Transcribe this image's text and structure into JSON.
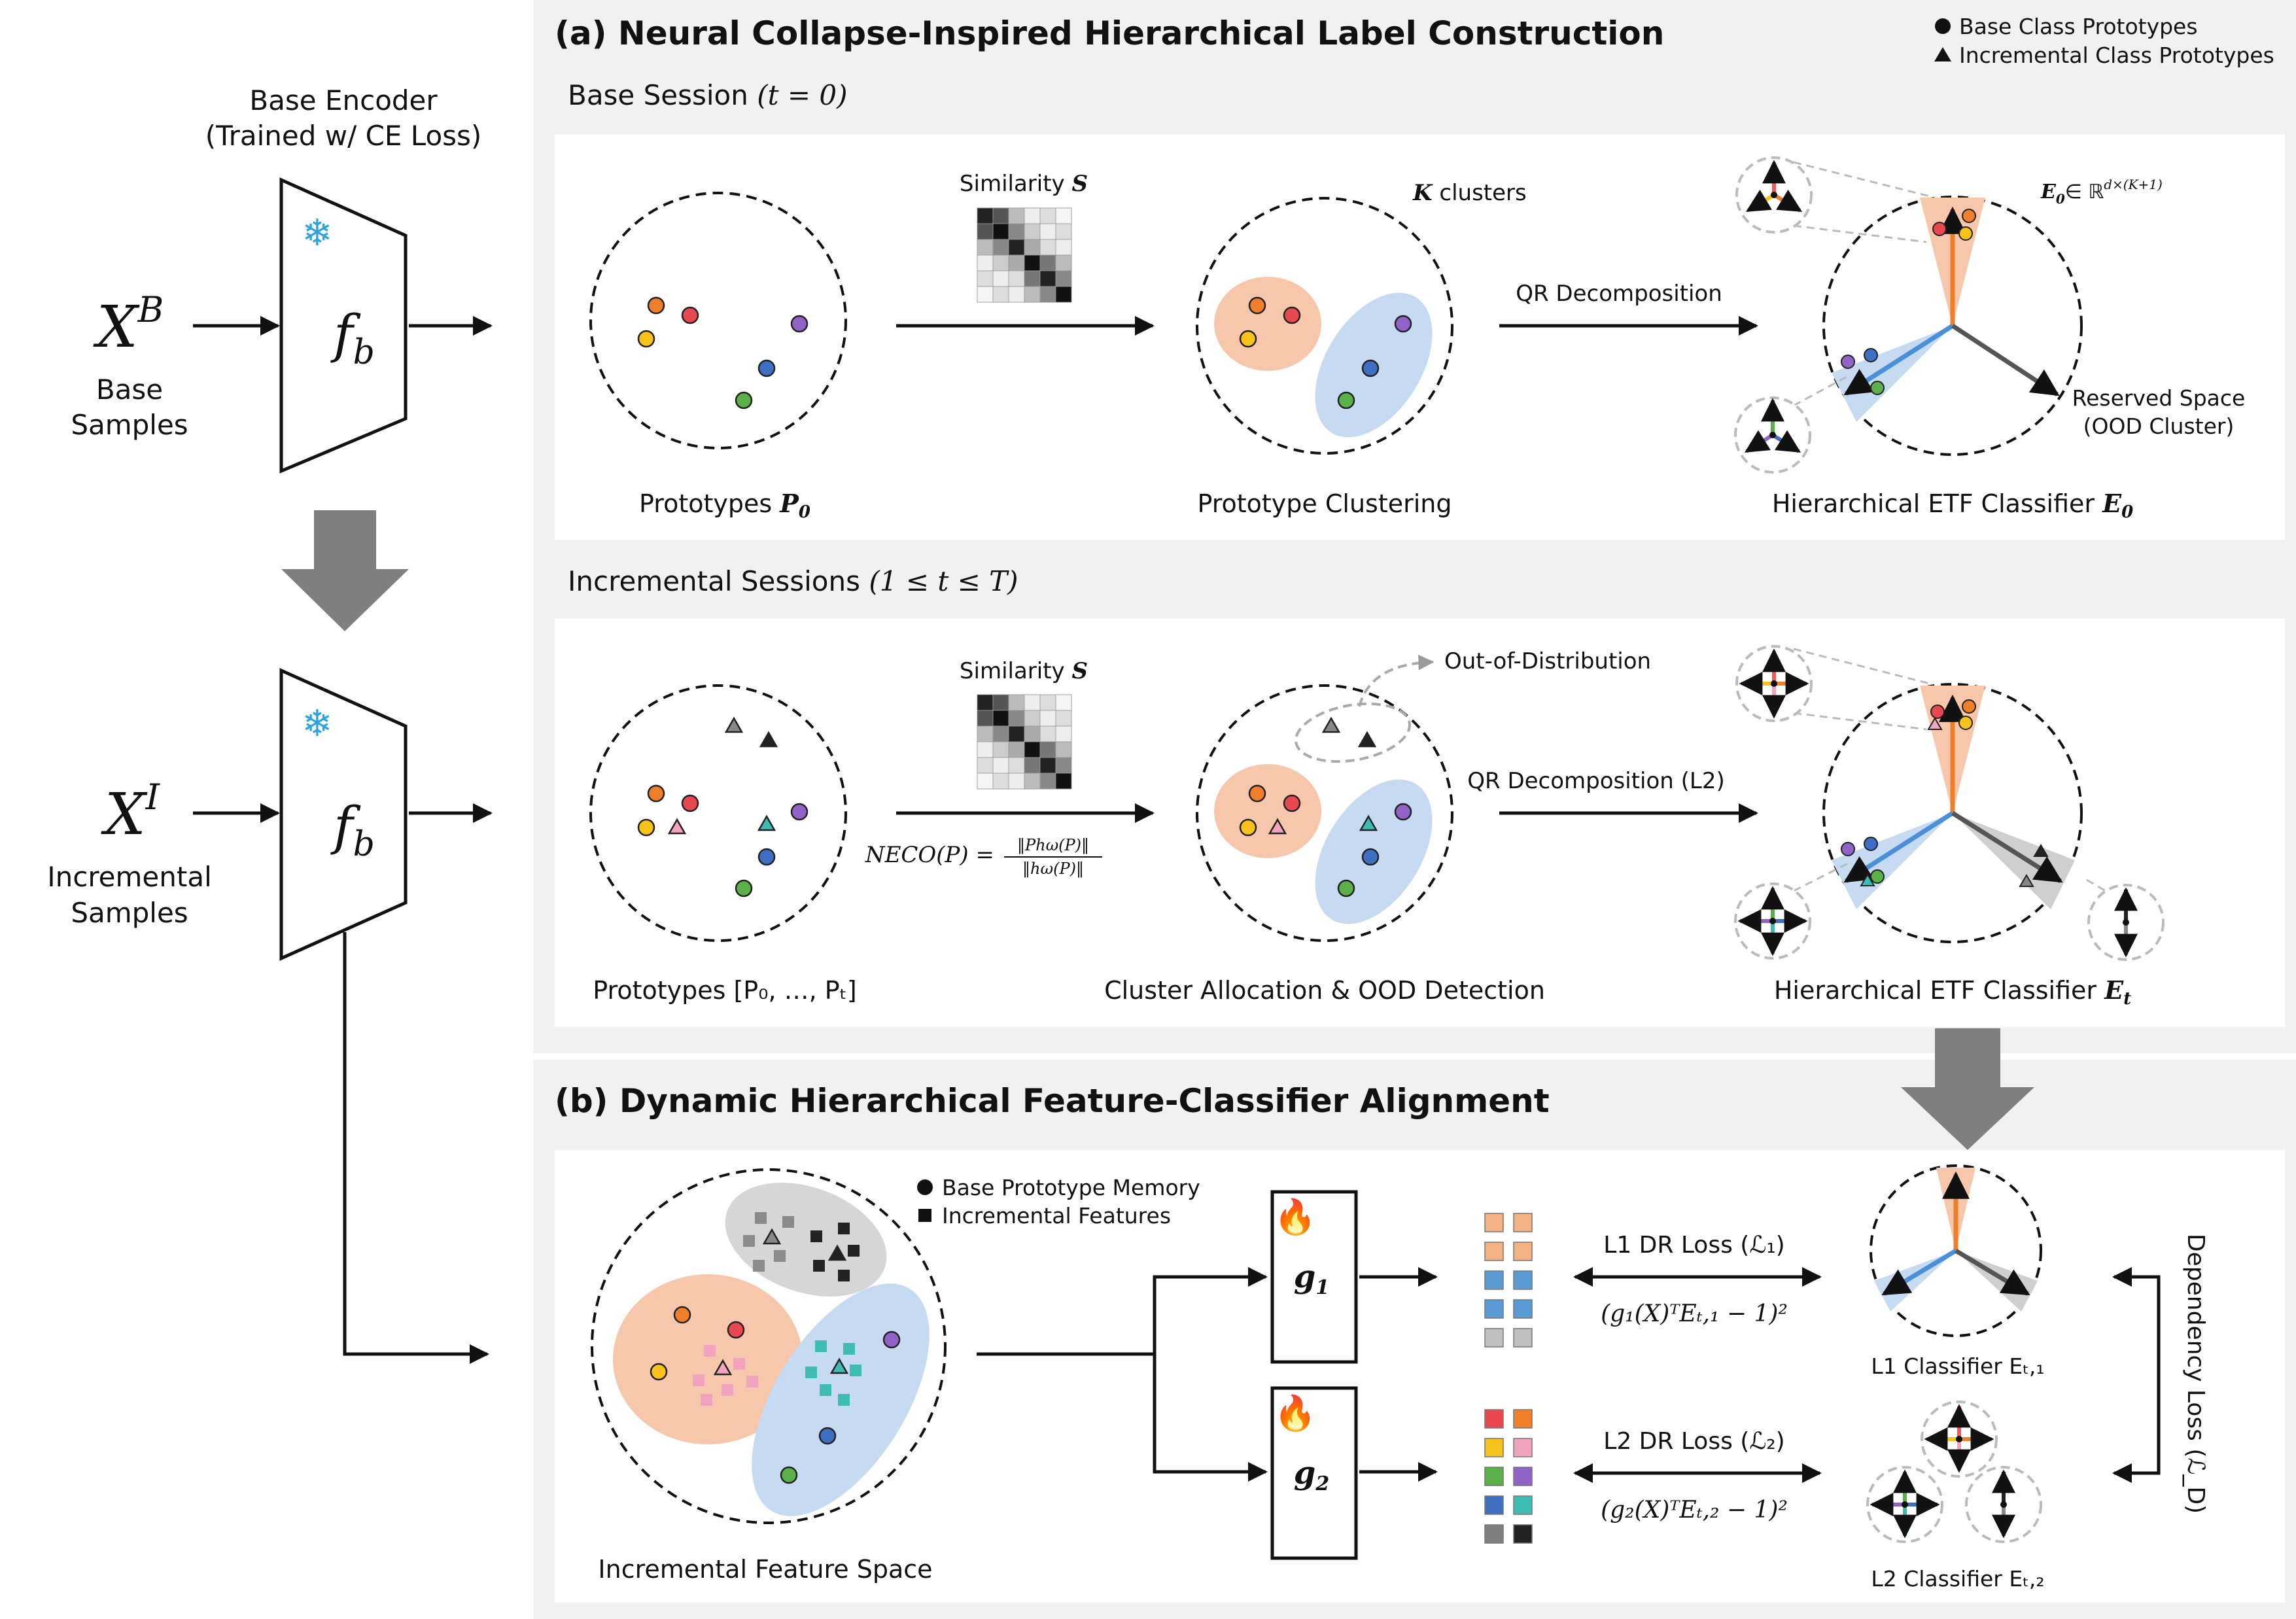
{
  "left": {
    "encoder_title_1": "Base Encoder",
    "encoder_title_2": "(Trained w/ CE Loss)",
    "xb_symbol": "X",
    "xb_sup": "B",
    "xb_caption_1": "Base",
    "xb_caption_2": "Samples",
    "xi_symbol": "X",
    "xi_sup": "I",
    "xi_caption_1": "Incremental",
    "xi_caption_2": "Samples",
    "encoder_symbol": "f",
    "encoder_sub": "b"
  },
  "legend_top": {
    "base": "Base Class Prototypes",
    "incremental": "Incremental Class Prototypes"
  },
  "section_a": {
    "title": "(a) Neural Collapse-Inspired Hierarchical Label Construction",
    "base_session": {
      "label": "Base Session",
      "cond": "(t = 0)",
      "similarity_label": "Similarity",
      "similarity_symbol": "S",
      "k_symbol": "K",
      "k_clusters": "clusters",
      "qr": "QR Decomposition",
      "e0_formula_lhs": "E",
      "e0_formula_sub": "0",
      "e0_formula_rhs": "∈ ℝ",
      "e0_formula_sup": "d×(K+1)",
      "reserved_1": "Reserved Space",
      "reserved_2": "(OOD Cluster)",
      "cap_prototypes": "Prototypes",
      "cap_prototypes_sym": "P",
      "cap_prototypes_sub": "0",
      "cap_clustering": "Prototype Clustering",
      "cap_classifier": "Hierarchical ETF Classifier",
      "cap_classifier_sym": "E",
      "cap_classifier_sub": "0"
    },
    "incremental_session": {
      "label": "Incremental Sessions",
      "cond": "(1 ≤ t ≤ T)",
      "similarity_label": "Similarity",
      "similarity_symbol": "S",
      "ood": "Out-of-Distribution",
      "qr": "QR Decomposition (L2)",
      "neco_lhs": "NECO(P) =",
      "neco_num": "‖Phω(P)‖",
      "neco_den": "‖hω(P)‖",
      "cap_prototypes": "Prototypes [P₀, …, Pₜ]",
      "cap_allocation": "Cluster Allocation & OOD Detection",
      "cap_classifier": "Hierarchical ETF Classifier",
      "cap_classifier_sym": "E",
      "cap_classifier_sub": "t"
    }
  },
  "section_b": {
    "title": "(b) Dynamic Hierarchical Feature-Classifier Alignment",
    "legend_memory": "Base Prototype Memory",
    "legend_features": "Incremental Features",
    "g1_symbol": "g",
    "g1_sub": "1",
    "g2_symbol": "g",
    "g2_sub": "2",
    "l1_loss": "L1 DR Loss (ℒ₁)",
    "l1_formula": "(g₁(X)ᵀEₜ,₁ − 1)²",
    "l2_loss": "L2 DR Loss (ℒ₂)",
    "l2_formula": "(g₂(X)ᵀEₜ,₂ − 1)²",
    "l1_classifier": "L1 Classifier Eₜ,₁",
    "l2_classifier": "L2 Classifier Eₜ,₂",
    "dependency_loss": "Dependency Loss (ℒ_D)",
    "cap_feature_space": "Incremental Feature Space"
  },
  "colors": {
    "orange": "#f07f2c",
    "red": "#e8484f",
    "yellow": "#f6c21b",
    "purple": "#9263c6",
    "blue": "#3e6fc2",
    "green": "#5bb04a",
    "pink": "#f2a3bd",
    "teal": "#3fbcb2",
    "gray": "#8a8a8a",
    "black": "#222222",
    "orange_cluster": "#f6c7ab",
    "blue_cluster": "#c6dbf1",
    "gray_cluster": "#d6d6d6",
    "panel_bg": "#f1f1f1"
  }
}
